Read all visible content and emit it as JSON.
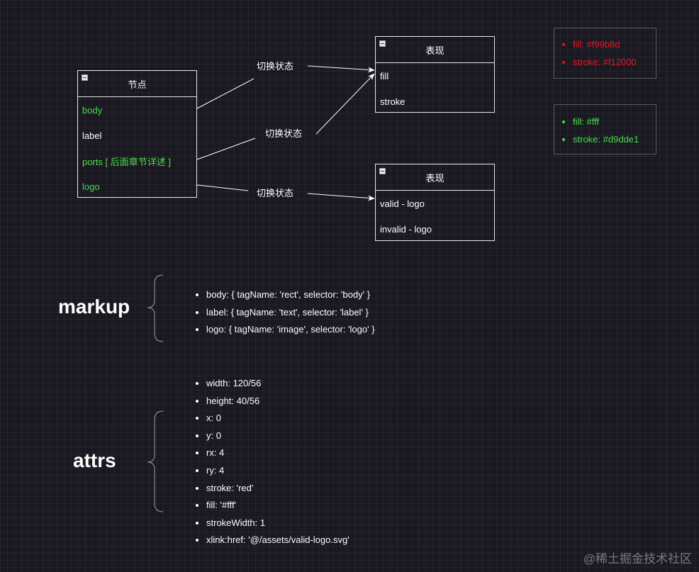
{
  "colors": {
    "green": "#4ade4a",
    "red": "#e8162a",
    "white": "#ffffff",
    "border": "#e6e6e6"
  },
  "node_box": {
    "title": "节点",
    "rows": [
      {
        "text": "body",
        "color": "#4ade4a"
      },
      {
        "text": "label",
        "color": "#ffffff"
      },
      {
        "text": "ports [ 后面章节详述 ]",
        "color": "#4ade4a"
      },
      {
        "text": "logo",
        "color": "#4ade4a"
      }
    ]
  },
  "style_box": {
    "title": "表现",
    "rows": [
      "fill",
      "stroke"
    ]
  },
  "logo_box": {
    "title": "表现",
    "rows": [
      "valid - logo",
      "invalid - logo"
    ]
  },
  "edge_labels": [
    "切换状态",
    "切换状态",
    "切换状态"
  ],
  "legend_red": [
    "fill: #f99b8d",
    "stroke: #f12000"
  ],
  "legend_green": [
    "fill: #fff",
    "stroke: #d9dde1"
  ],
  "markup": {
    "label": "markup",
    "items": [
      "body: { tagName: 'rect', selector: 'body' }",
      "label: { tagName: 'text', selector: 'label' }",
      "logo: { tagName: 'image', selector: 'logo' }"
    ]
  },
  "attrs": {
    "label": "attrs",
    "items": [
      "width: 120/56",
      "height: 40/56",
      "x: 0",
      "y: 0",
      "rx: 4",
      "ry: 4",
      "stroke: 'red'",
      "fill: '#fff'",
      "strokeWidth: 1",
      "xlink:href: '@/assets/valid-logo.svg'"
    ]
  },
  "watermark": "@稀土掘金技术社区"
}
